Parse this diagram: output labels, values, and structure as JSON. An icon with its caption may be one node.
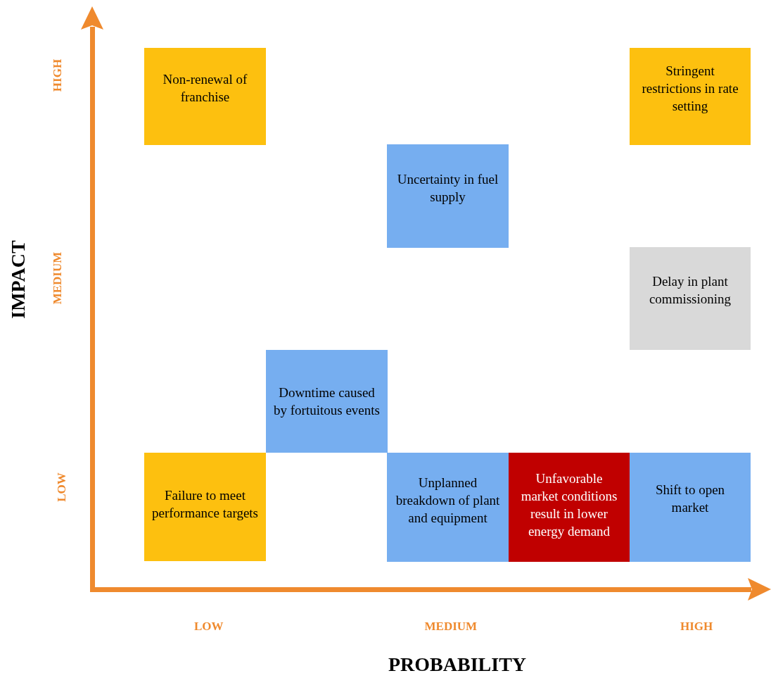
{
  "diagram": {
    "nodes": [
      {
        "text": [
          "Non-renewal of franchise"
        ]
      },
      {
        "text": [
          "Stringent restrictions in rate setting"
        ]
      },
      {
        "text": [
          "Uncertainty in fuel supply"
        ]
      },
      {
        "text": [
          "Delay in plant commissioning"
        ]
      },
      {
        "text": [
          "Downtime caused by fortuitous events"
        ]
      },
      {
        "text": [
          "Failure to meet performance targets"
        ]
      },
      {
        "text": [
          "Unplanned breakdown of plant and equipment"
        ]
      },
      {
        "text": [
          "Unfavorable market conditions result in lower energy demand"
        ]
      },
      {
        "text": [
          "Shift to open market"
        ]
      }
    ],
    "labels": [
      "HIGH",
      "MEDIUM",
      "IMPACT",
      "LOW",
      "LOW",
      "MEDIUM",
      "HIGH",
      "PROBABILITY"
    ]
  }
}
